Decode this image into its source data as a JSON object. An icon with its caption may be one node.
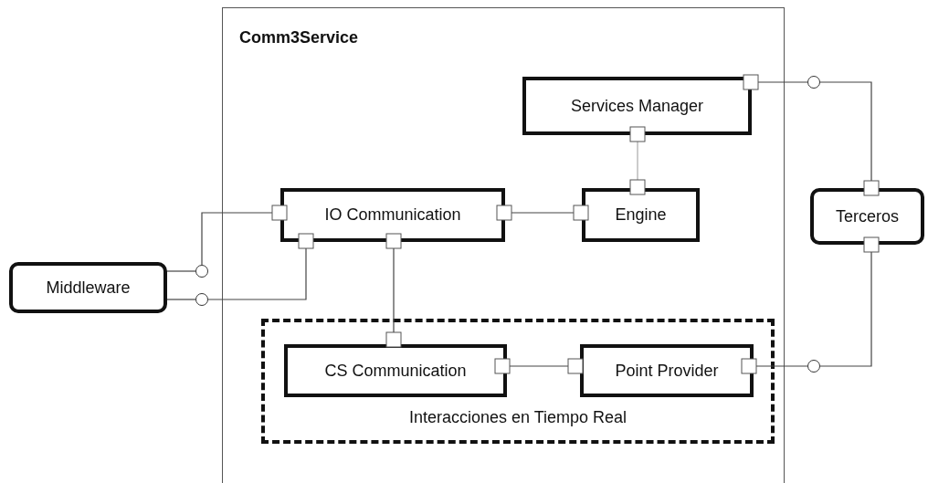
{
  "diagram": {
    "nodes": [
      {
        "text": [
          "Comm3Service"
        ]
      },
      {
        "text": [
          "Services Manager"
        ],
        "in": 0
      },
      {
        "text": [
          "IO Communication"
        ],
        "in": 0
      },
      {
        "text": [
          "Engine"
        ],
        "in": 0
      },
      {
        "text": [
          "Interacciones en Tiempo Real"
        ],
        "in": 0
      },
      {
        "text": [
          "CS Communication"
        ],
        "in": 4
      },
      {
        "text": [
          "Point Provider"
        ],
        "in": 4
      },
      {
        "text": [
          "Middleware"
        ]
      },
      {
        "text": [
          "Terceros"
        ]
      },
      {
        "text": [],
        "shape": "circle"
      },
      {
        "text": [],
        "shape": "circle"
      },
      {
        "text": [],
        "shape": "circle"
      },
      {
        "text": [],
        "shape": "circle"
      }
    ],
    "edges": [
      {
        "from": 7,
        "to": 9,
        "arrow": "none"
      },
      {
        "from": 9,
        "to": 2,
        "arrow": "none"
      },
      {
        "from": 7,
        "to": 10,
        "arrow": "none"
      },
      {
        "from": 10,
        "to": 2,
        "arrow": "none"
      },
      {
        "from": 2,
        "to": 5,
        "arrow": "none"
      },
      {
        "from": 2,
        "to": 3,
        "arrow": "none"
      },
      {
        "from": 1,
        "to": 3,
        "arrow": "none",
        "color": "#aaaaaa"
      },
      {
        "from": 5,
        "to": 6,
        "arrow": "none"
      },
      {
        "from": 1,
        "to": 11,
        "arrow": "none"
      },
      {
        "from": 11,
        "to": 8,
        "arrow": "none"
      },
      {
        "from": 6,
        "to": 12,
        "arrow": "none"
      },
      {
        "from": 12,
        "to": 8,
        "arrow": "none"
      }
    ]
  }
}
